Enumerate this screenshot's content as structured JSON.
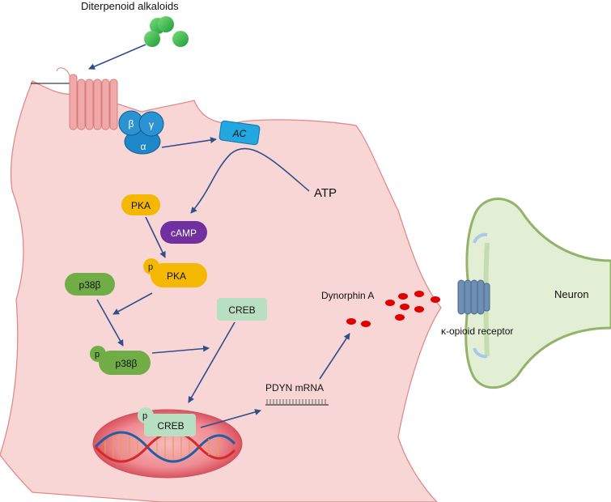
{
  "title": "Diterpenoid alkaloids",
  "g_protein": {
    "beta": "β",
    "gamma": "γ",
    "alpha": "α"
  },
  "enzymes": {
    "ac": "AC",
    "atp": "ATP",
    "pka": "PKA",
    "camp": "cAMP",
    "p_pka": "PKA",
    "phospho": "p"
  },
  "kinases": {
    "p38b": "p38β",
    "p_p38b": "p38β",
    "phospho": "p"
  },
  "transcription": {
    "creb": "CREB",
    "p_creb": "CREB",
    "phospho": "p",
    "mrna": "PDYN mRNA"
  },
  "ligand": "Dynorphin A",
  "receptor": "κ-opioid receptor",
  "neuron": "Neuron",
  "colors": {
    "cell": "#f9d6d6",
    "cell_stroke": "#e08a8a",
    "pka": "#f5b800",
    "camp": "#7030a0",
    "p38": "#70ad47",
    "creb": "#b9dfc2",
    "ac": "#22a7e0",
    "gprotein": "#1f86c8",
    "arrow": "#2f4e8c",
    "dyn": "#e00000",
    "neuron": "#e2efd4",
    "neuron_stroke": "#93b36a"
  }
}
